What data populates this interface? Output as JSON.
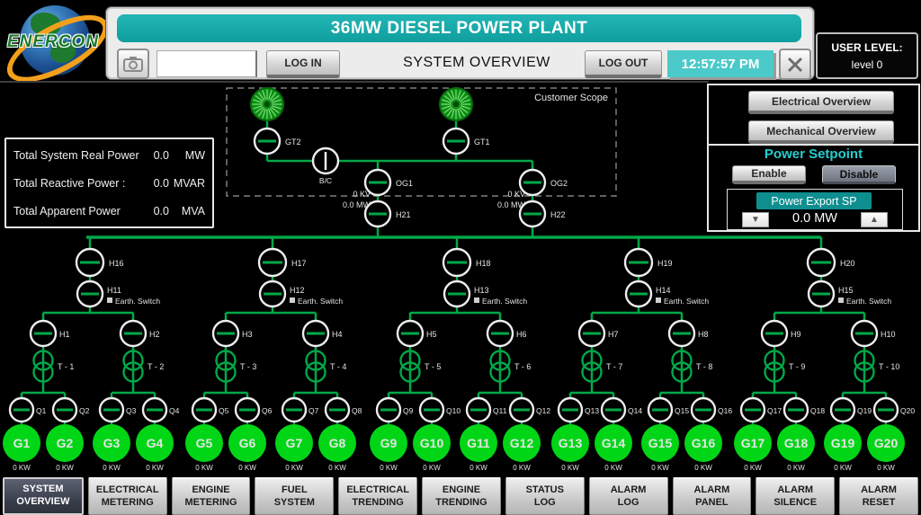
{
  "header": {
    "brand": "ENERCON",
    "title": "36MW DIESEL POWER PLANT",
    "page_title": "SYSTEM OVERVIEW",
    "login_label": "LOG IN",
    "logout_label": "LOG OUT",
    "login_input_value": "",
    "time": "12:57:57 PM",
    "user_level_label": "USER LEVEL:",
    "user_level_value": "level 0"
  },
  "totals": {
    "rows": [
      {
        "label": "Total System Real Power",
        "value": "0.0",
        "unit": "MW"
      },
      {
        "label": "Total Reactive Power :",
        "value": "0.0",
        "unit": "MVAR"
      },
      {
        "label": "Total Apparent Power",
        "value": "0.0",
        "unit": "MVA"
      }
    ]
  },
  "right_panel": {
    "electrical_overview": "Electrical Overview",
    "mechanical_overview": "Mechanical Overview",
    "power_setpoint_title": "Power Setpoint",
    "enable_label": "Enable",
    "disable_label": "Disable",
    "power_export_label": "Power Export SP",
    "export_value": "0.0 MW",
    "step_down_icon": "▼",
    "step_up_icon": "▲"
  },
  "diagram": {
    "scope_label": "Customer Scope",
    "turbine_units": [
      {
        "breaker": "GT2"
      },
      {
        "breaker": "GT1"
      }
    ],
    "bus_coupler": "B/C",
    "outgoing_feeders": [
      {
        "breaker": "OG1",
        "kv": "0 KV",
        "mw": "0.0 MW",
        "link_breaker": "H21"
      },
      {
        "breaker": "OG2",
        "kv": "0 KV",
        "mw": "0.0 MW",
        "link_breaker": "H22"
      }
    ],
    "earth_switch_label": "Earth. Switch",
    "feeders": [
      {
        "breaker": "H16",
        "earth_breaker": "H11",
        "branches": [
          {
            "breaker": "H1",
            "transformer": "T - 1",
            "units": [
              {
                "breaker": "Q1",
                "generator": "G1",
                "power": "0 KW"
              },
              {
                "breaker": "Q2",
                "generator": "G2",
                "power": "0 KW"
              }
            ]
          },
          {
            "breaker": "H2",
            "transformer": "T - 2",
            "units": [
              {
                "breaker": "Q3",
                "generator": "G3",
                "power": "0 KW"
              },
              {
                "breaker": "Q4",
                "generator": "G4",
                "power": "0 KW"
              }
            ]
          }
        ]
      },
      {
        "breaker": "H17",
        "earth_breaker": "H12",
        "branches": [
          {
            "breaker": "H3",
            "transformer": "T - 3",
            "units": [
              {
                "breaker": "Q5",
                "generator": "G5",
                "power": "0 KW"
              },
              {
                "breaker": "Q6",
                "generator": "G6",
                "power": "0 KW"
              }
            ]
          },
          {
            "breaker": "H4",
            "transformer": "T - 4",
            "units": [
              {
                "breaker": "Q7",
                "generator": "G7",
                "power": "0 KW"
              },
              {
                "breaker": "Q8",
                "generator": "G8",
                "power": "0 KW"
              }
            ]
          }
        ]
      },
      {
        "breaker": "H18",
        "earth_breaker": "H13",
        "branches": [
          {
            "breaker": "H5",
            "transformer": "T - 5",
            "units": [
              {
                "breaker": "Q9",
                "generator": "G9",
                "power": "0 KW"
              },
              {
                "breaker": "Q10",
                "generator": "G10",
                "power": "0 KW"
              }
            ]
          },
          {
            "breaker": "H6",
            "transformer": "T - 6",
            "units": [
              {
                "breaker": "Q11",
                "generator": "G11",
                "power": "0 KW"
              },
              {
                "breaker": "Q12",
                "generator": "G12",
                "power": "0 KW"
              }
            ]
          }
        ]
      },
      {
        "breaker": "H19",
        "earth_breaker": "H14",
        "branches": [
          {
            "breaker": "H7",
            "transformer": "T - 7",
            "units": [
              {
                "breaker": "Q13",
                "generator": "G13",
                "power": "0 KW"
              },
              {
                "breaker": "Q14",
                "generator": "G14",
                "power": "0 KW"
              }
            ]
          },
          {
            "breaker": "H8",
            "transformer": "T - 8",
            "units": [
              {
                "breaker": "Q15",
                "generator": "G15",
                "power": "0 KW"
              },
              {
                "breaker": "Q16",
                "generator": "G16",
                "power": "0 KW"
              }
            ]
          }
        ]
      },
      {
        "breaker": "H20",
        "earth_breaker": "H15",
        "branches": [
          {
            "breaker": "H9",
            "transformer": "T - 9",
            "units": [
              {
                "breaker": "Q17",
                "generator": "G17",
                "power": "0 KW"
              },
              {
                "breaker": "Q18",
                "generator": "G18",
                "power": "0 KW"
              }
            ]
          },
          {
            "breaker": "H10",
            "transformer": "T - 10",
            "units": [
              {
                "breaker": "Q19",
                "generator": "G19",
                "power": "0 KW"
              },
              {
                "breaker": "Q20",
                "generator": "G20",
                "power": "0 KW"
              }
            ]
          }
        ]
      }
    ]
  },
  "nav": [
    {
      "line1": "SYSTEM",
      "line2": "OVERVIEW",
      "active": true
    },
    {
      "line1": "ELECTRICAL",
      "line2": "METERING",
      "active": false
    },
    {
      "line1": "ENGINE",
      "line2": "METERING",
      "active": false
    },
    {
      "line1": "FUEL",
      "line2": "SYSTEM",
      "active": false
    },
    {
      "line1": "ELECTRICAL",
      "line2": "TRENDING",
      "active": false
    },
    {
      "line1": "ENGINE",
      "line2": "TRENDING",
      "active": false
    },
    {
      "line1": "STATUS",
      "line2": "LOG",
      "active": false
    },
    {
      "line1": "ALARM",
      "line2": "LOG",
      "active": false
    },
    {
      "line1": "ALARM",
      "line2": "PANEL",
      "active": false
    },
    {
      "line1": "ALARM",
      "line2": "SILENCE",
      "active": false
    },
    {
      "line1": "ALARM",
      "line2": "RESET",
      "active": false
    }
  ],
  "colors": {
    "accent_teal": "#0f9e9e",
    "time_teal": "#4cc9c9",
    "setpoint_teal": "#0e8e8e",
    "setpoint_title_teal": "#25cfcf",
    "wire_green": "#00a848",
    "generator_green": "#00d616",
    "turbine_green": "#0d8f13"
  }
}
